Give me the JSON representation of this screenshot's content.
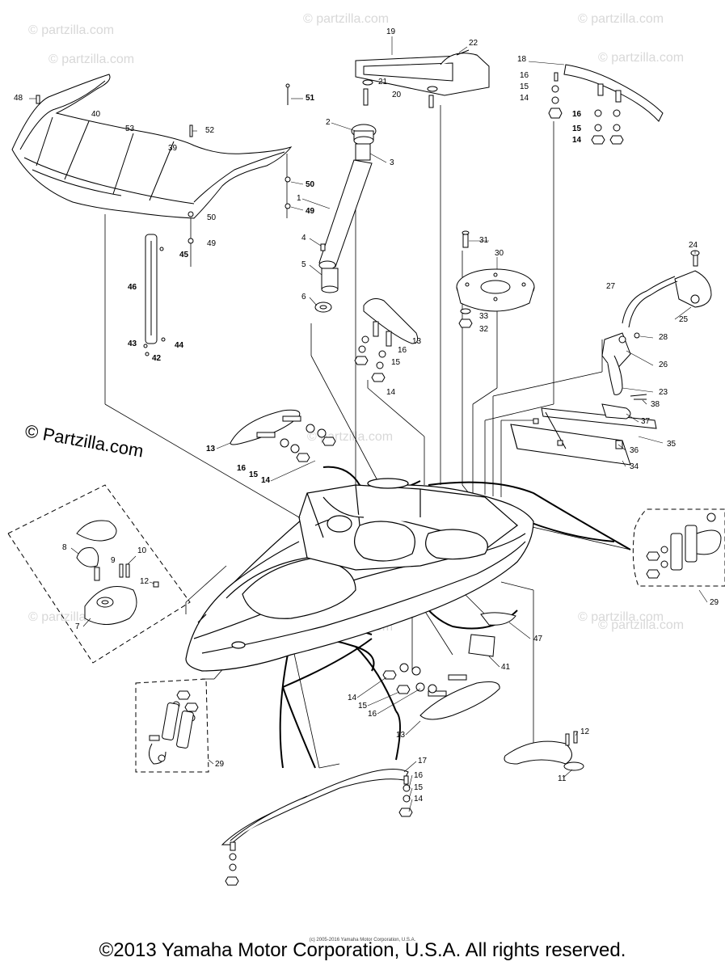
{
  "watermark": "© partzilla.com",
  "side_watermark": "© Partzilla.com",
  "copyright": "©2013 Yamaha Motor Corporation, U.S.A. All rights reserved.",
  "tiny_credit": "(c) 2005-2016 Yamaha Motor Corporation, U.S.A.",
  "callouts": {
    "c19": "19",
    "c22": "22",
    "c21": "21",
    "c20": "20",
    "c18": "18",
    "c16a": "16",
    "c15a": "15",
    "c14a": "14",
    "c16b": "16",
    "c15b": "15",
    "c14b": "14",
    "c48": "48",
    "c40": "40",
    "c53": "53",
    "c39": "39",
    "c52": "52",
    "c51": "51",
    "c50a": "50",
    "c50b": "50",
    "c49a": "49",
    "c49b": "49",
    "c2": "2",
    "c3": "3",
    "c1": "1",
    "c4": "4",
    "c5": "5",
    "c6": "6",
    "c45": "45",
    "c46": "46",
    "c43": "43",
    "c44": "44",
    "c42": "42",
    "c13a": "13",
    "c16c": "16",
    "c15c": "15",
    "c14c": "14",
    "c31": "31",
    "c30": "30",
    "c33": "33",
    "c32": "32",
    "c24": "24",
    "c27": "27",
    "c25": "25",
    "c28": "28",
    "c26": "26",
    "c23": "23",
    "c38": "38",
    "c37": "37",
    "c35": "35",
    "c36": "36",
    "c34": "34",
    "c13b": "13",
    "c16d": "16",
    "c15d": "15",
    "c14d": "14",
    "c8": "8",
    "c9": "9",
    "c10": "10",
    "c12a": "12",
    "c7": "7",
    "c29a": "29",
    "c47": "47",
    "c41": "41",
    "c14e": "14",
    "c15e": "15",
    "c16e": "16",
    "c13c": "13",
    "c29b": "29",
    "c12b": "12",
    "c11": "11",
    "c17": "17",
    "c16f": "16",
    "c15f": "15",
    "c14f": "14"
  }
}
